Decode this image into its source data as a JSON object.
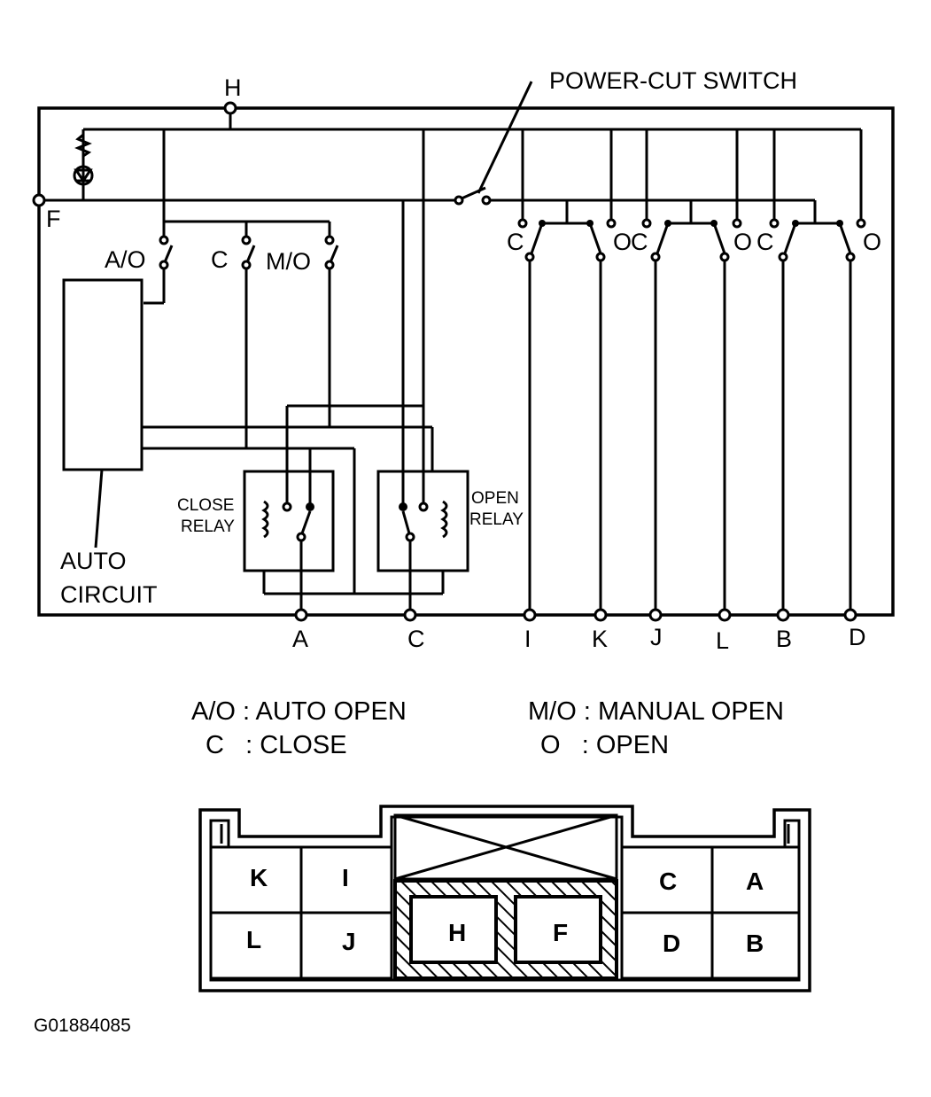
{
  "title": "POWER-CUT SWITCH",
  "terminals": {
    "H": "H",
    "F": "F",
    "A": "A",
    "C": "C",
    "I": "I",
    "K": "K",
    "J": "J",
    "L": "L",
    "B": "B",
    "D": "D"
  },
  "switch_labels": {
    "ao": "A/O",
    "c": "C",
    "mo": "M/O",
    "sw1_c": "C",
    "sw1_o": "O",
    "sw2_c": "C",
    "sw2_o": "O",
    "sw3_c": "C",
    "sw3_o": "O"
  },
  "relays": {
    "close_line1": "CLOSE",
    "close_line2": "RELAY",
    "open_line1": "OPEN",
    "open_line2": "RELAY"
  },
  "auto_circuit": {
    "line1": "AUTO",
    "line2": "CIRCUIT"
  },
  "legend": {
    "ao": "A/O : AUTO OPEN",
    "mo": "M/O : MANUAL OPEN",
    "c": "C   : CLOSE",
    "o": "O   : OPEN"
  },
  "connector": {
    "top_row": [
      "K",
      "I",
      "C",
      "A"
    ],
    "bottom_row": [
      "L",
      "J",
      "D",
      "B"
    ],
    "center": [
      "H",
      "F"
    ]
  },
  "figure_id": "G01884085"
}
